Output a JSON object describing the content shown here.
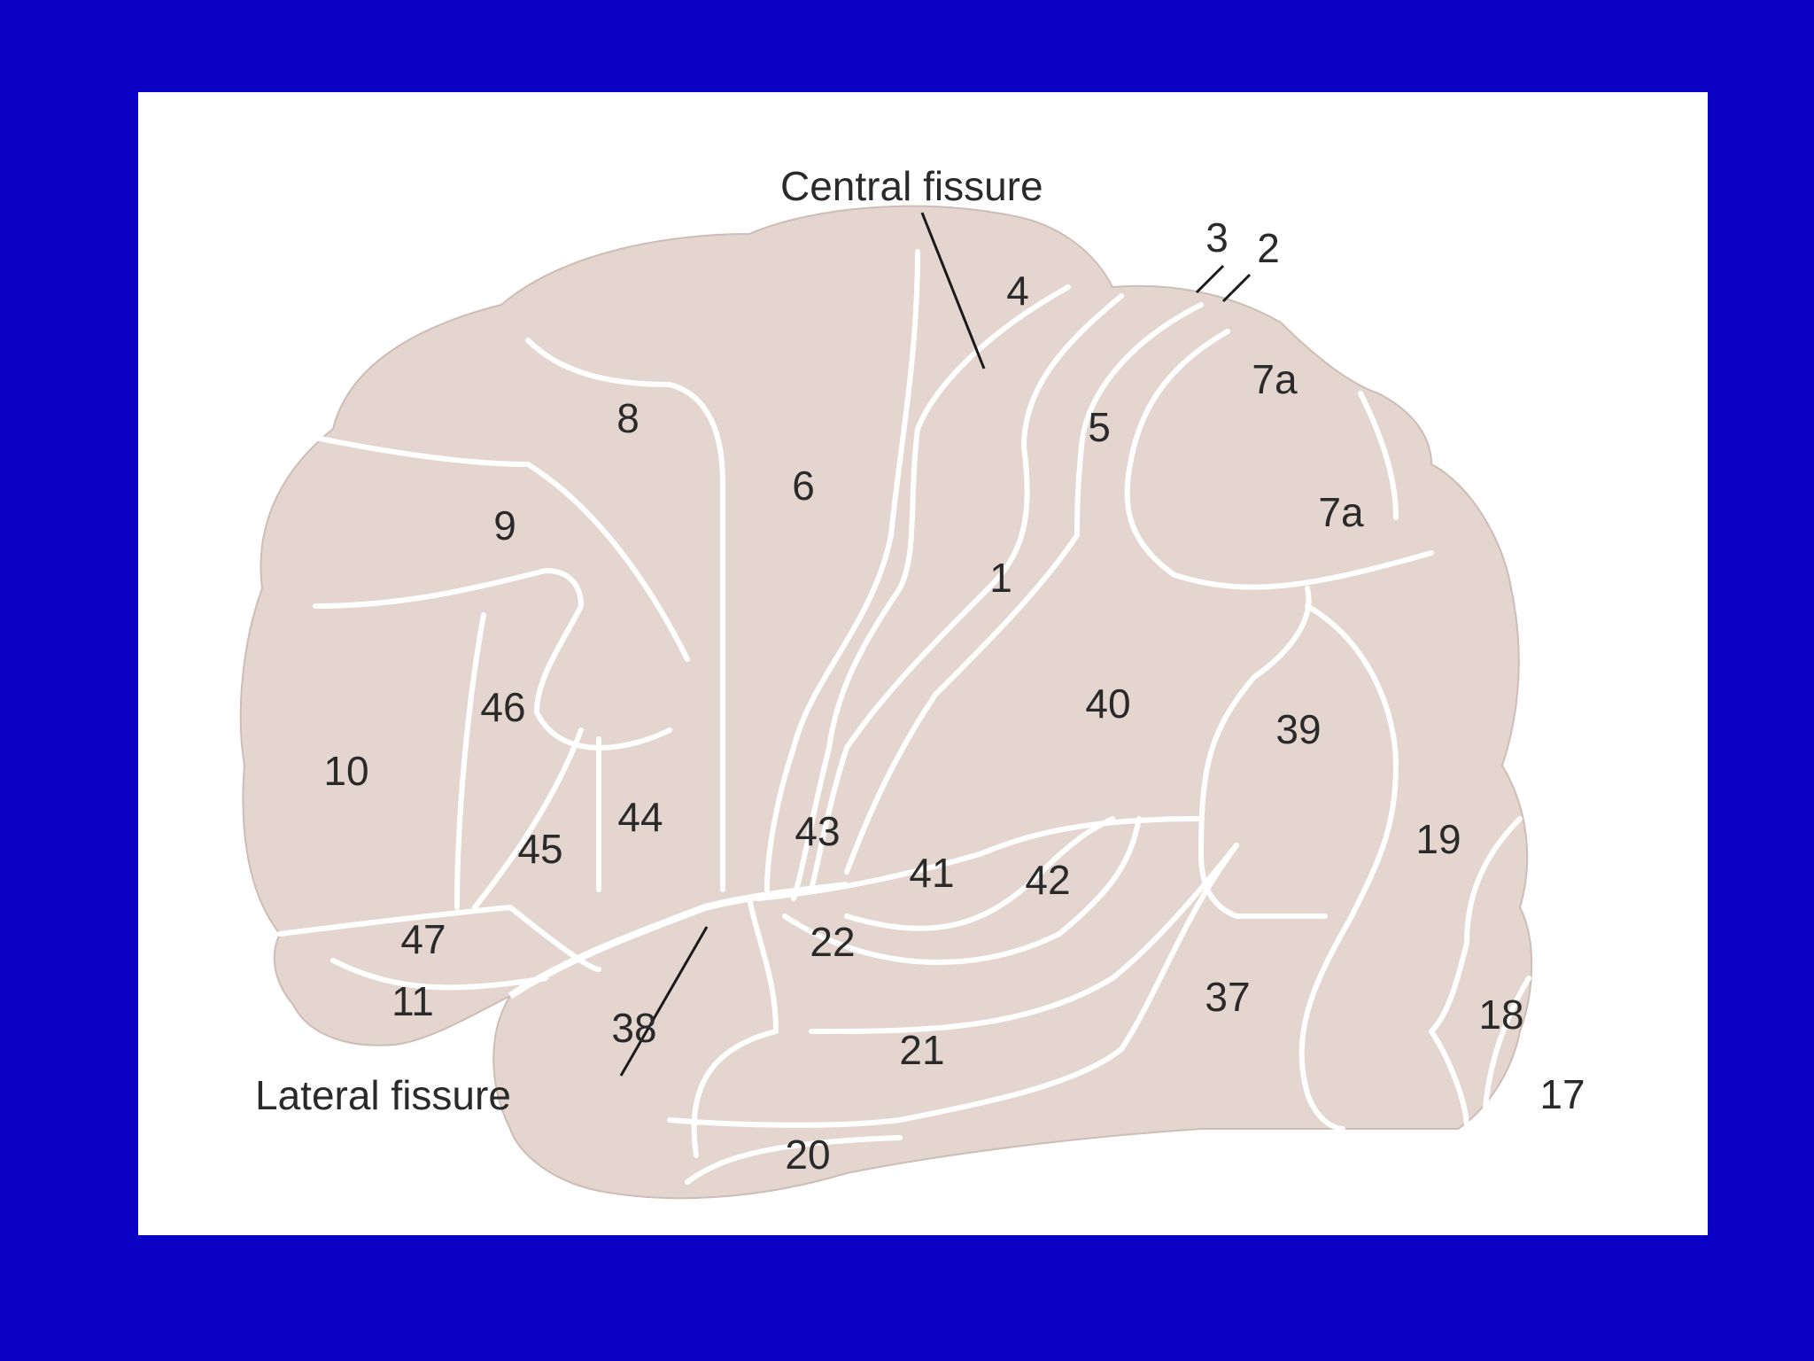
{
  "colors": {
    "background": "#0a00c4",
    "panel": "#ffffff",
    "cortex": "#e4d6cf",
    "sulcus_lines": "#ffffff",
    "text": "#2a2a2a"
  },
  "labels": {
    "central_fissure": "Central fissure",
    "lateral_fissure": "Lateral fissure",
    "area_3": "3",
    "area_2": "2",
    "area_4": "4",
    "area_8": "8",
    "area_6": "6",
    "area_5": "5",
    "area_7a_upper": "7a",
    "area_7a_lower": "7a",
    "area_9": "9",
    "area_1": "1",
    "area_46": "46",
    "area_40": "40",
    "area_39": "39",
    "area_10": "10",
    "area_44": "44",
    "area_43": "43",
    "area_45": "45",
    "area_19": "19",
    "area_41": "41",
    "area_42": "42",
    "area_47": "47",
    "area_22": "22",
    "area_11": "11",
    "area_37": "37",
    "area_18": "18",
    "area_38": "38",
    "area_21": "21",
    "area_17": "17",
    "area_20": "20"
  }
}
